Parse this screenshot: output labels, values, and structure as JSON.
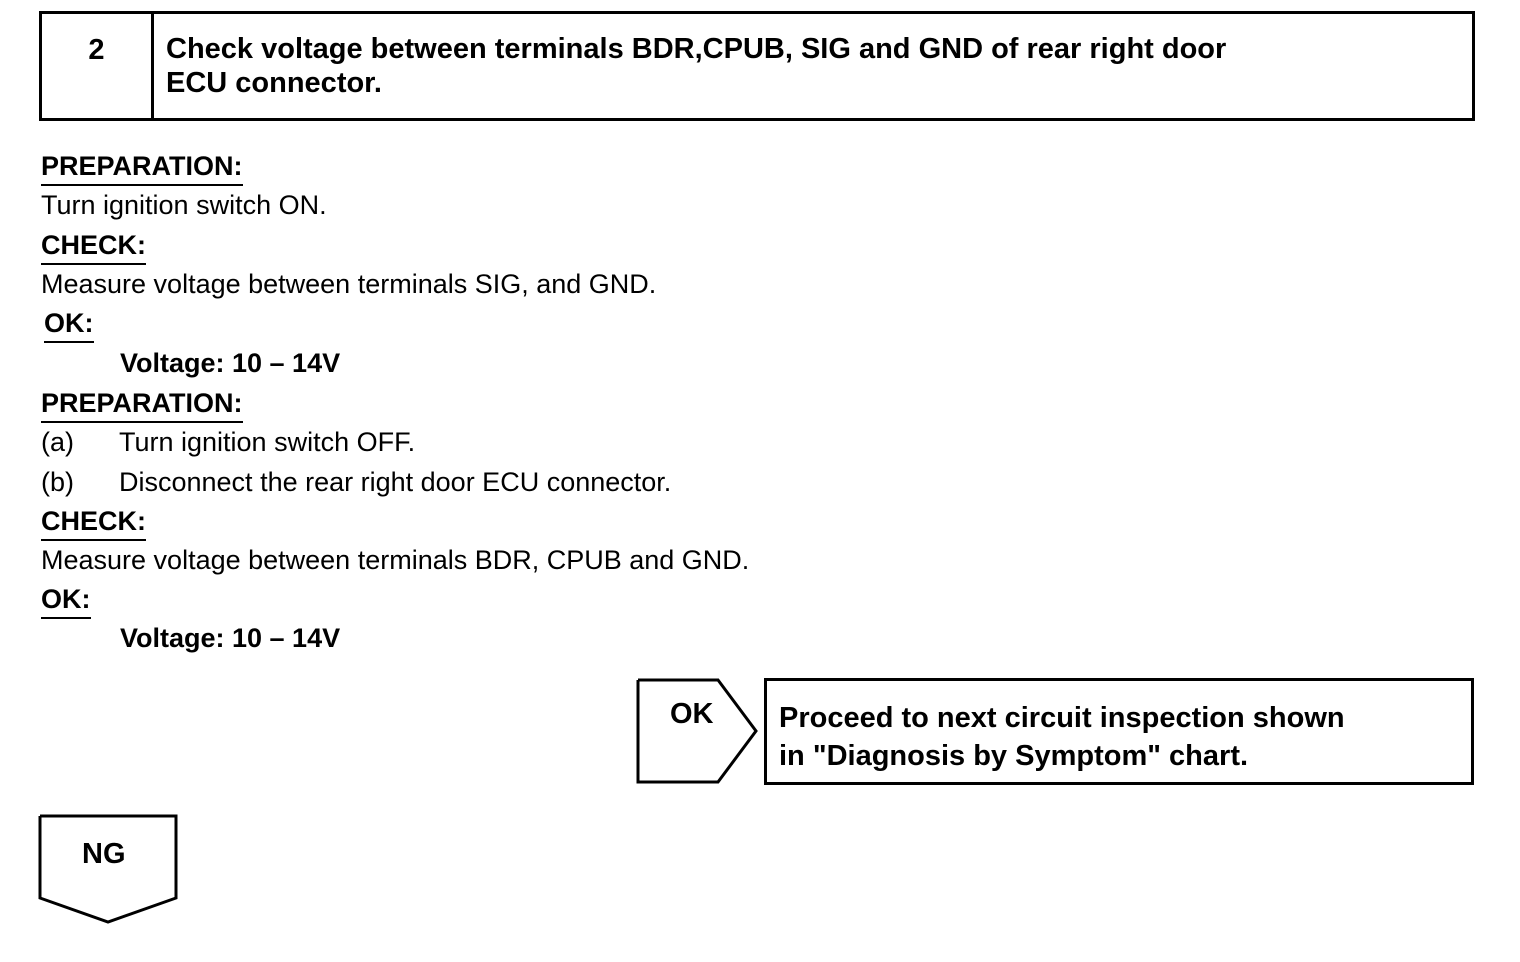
{
  "step": {
    "number": "2",
    "title_line1": "Check voltage between terminals BDR,CPUB, SIG and GND of rear right door",
    "title_line2": "ECU connector."
  },
  "block1": {
    "prep_heading": "PREPARATION:",
    "prep_text": "Turn ignition switch ON.",
    "check_heading": "CHECK:",
    "check_text": "Measure voltage between terminals SIG, and GND.",
    "ok_heading": "OK:",
    "ok_value": "Voltage: 10 – 14V"
  },
  "block2": {
    "prep_heading": "PREPARATION:",
    "steps": [
      {
        "label": "(a)",
        "text": "Turn ignition switch OFF."
      },
      {
        "label": "(b)",
        "text": "Disconnect the rear right door ECU connector."
      }
    ],
    "check_heading": "CHECK:",
    "check_text": "Measure voltage between terminals BDR, CPUB and GND.",
    "ok_heading": "OK:",
    "ok_value": "Voltage: 10 – 14V"
  },
  "flow": {
    "ok_label": "OK",
    "ok_result_line1": "Proceed to next circuit inspection shown",
    "ok_result_line2": "in \"Diagnosis by Symptom\" chart.",
    "ng_label": "NG"
  }
}
